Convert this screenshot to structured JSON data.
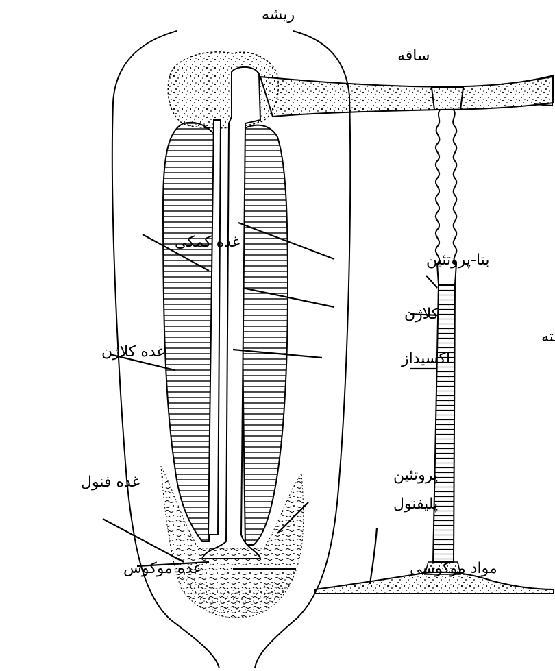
{
  "labels": {
    "rishe": "ریشه",
    "saghe": "ساقه",
    "ghodde_komaki": "غده کمکی",
    "beta_protein": "بتا-پروتئین",
    "kollazhen": "کلاژن",
    "reshte": "رشته",
    "ghodde_kollazhen": "غده کلاژن",
    "oxidaz": "اکسیداز",
    "ghodde_fenol": "غده فنول",
    "protein_polyfenol_1": "پروتئین",
    "protein_polyfenol_2": "پلیفنول",
    "ghodde_mukus": "غده موکوس",
    "mavad_mukusi": "مواد موکوسی"
  }
}
